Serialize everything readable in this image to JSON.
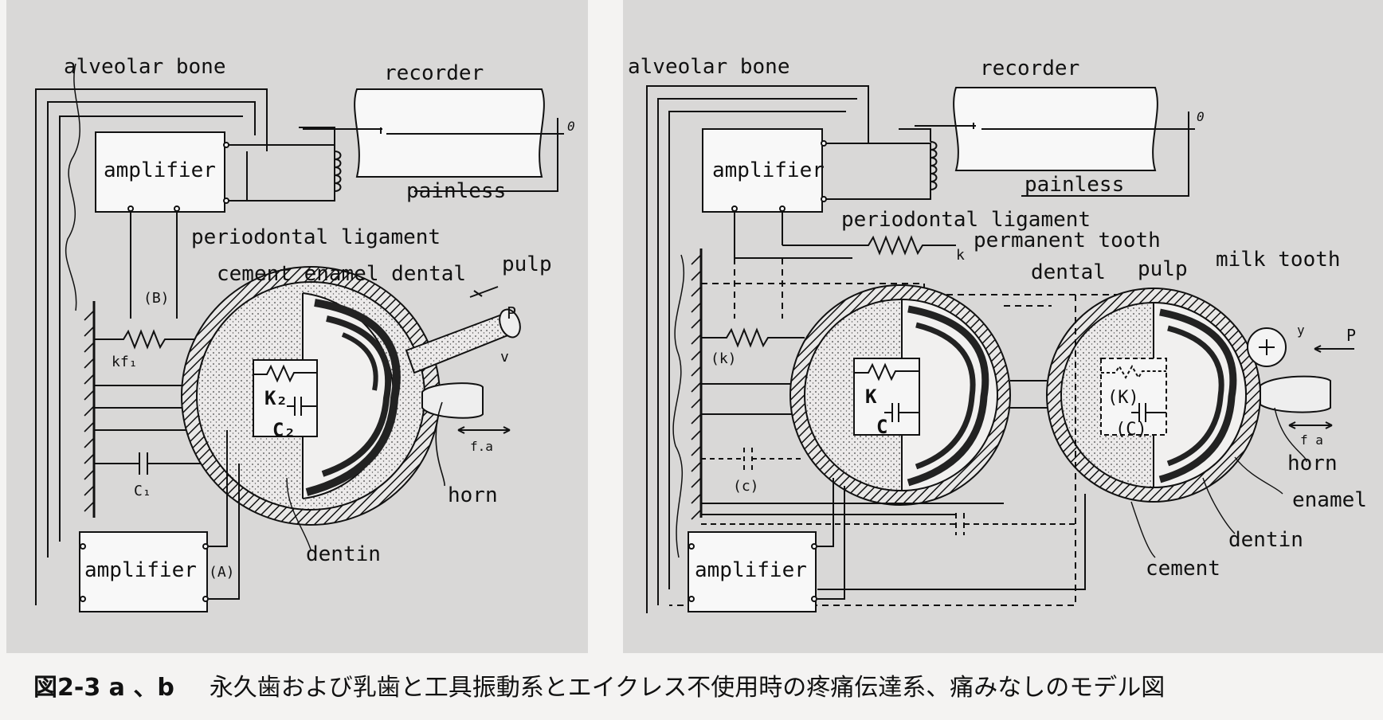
{
  "caption": {
    "figure_no": "図2-3 a 、b",
    "text": "永久歯および乳歯と工具振動系とエイクレス不使用時の疼痛伝達系、痛みなしのモデル図"
  },
  "panel_a": {
    "alveolar_bone": "alveolar bone",
    "recorder": "recorder",
    "zero": "0",
    "amplifier_top": "amplifier",
    "painless": "painless",
    "periodontal_ligament": "periodontal ligament",
    "cement_enamel_dental": "cement enamel dental",
    "pulp": "pulp",
    "b_label": "(B)",
    "kf1": "kf₁",
    "p": "P",
    "v": "v",
    "k2": "K₂",
    "c2": "C₂",
    "c1": "C₁",
    "fa": "f.a",
    "horn": "horn",
    "dentin": "dentin",
    "amplifier_bottom": "amplifier",
    "a_label": "(A)"
  },
  "panel_b": {
    "alveolar_bone": "alveolar bone",
    "recorder": "recorder",
    "zero": "0",
    "amplifier_top": "amplifier",
    "painless": "painless",
    "periodontal_ligament": "periodontal ligament",
    "k": "k",
    "permanent_tooth": "permanent tooth",
    "dental": "dental",
    "pulp": "pulp",
    "milk_tooth": "milk tooth",
    "k_paren": "(k)",
    "K": "K",
    "C": "C",
    "K_paren": "(K)",
    "C_paren": "(C)",
    "c_paren": "(c)",
    "y": "y",
    "P": "P",
    "fa": "f a",
    "horn": "horn",
    "enamel": "enamel",
    "dentin": "dentin",
    "cement": "cement",
    "amplifier_bottom": "amplifier"
  },
  "colors": {
    "background": "#d9d8d7",
    "ink": "#111111",
    "page": "#f4f3f2"
  }
}
